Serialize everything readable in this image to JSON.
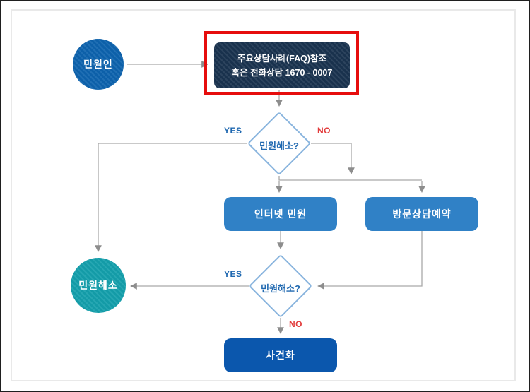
{
  "palette": {
    "start_circle_blue": "#0d63ae",
    "faq_navy_box": "#1a334f",
    "process_blue_box": "#3081c6",
    "case_blue_box": "#0b57ad",
    "resolved_teal_circle": "#14a0ac",
    "diamond_border_blue": "#8ab5de",
    "decision_text_blue": "#1f68b0",
    "yes_label_blue": "#1f68b0",
    "no_label_red": "#e23b3b",
    "highlight_border_red": "#e60d0d",
    "connector_gray": "#a9a9a9"
  },
  "flowchart": {
    "start": {
      "label": "민원인"
    },
    "faq_box": {
      "line1": "주요상담사례(FAQ)참조",
      "line2": "혹은 전화상담 1670 - 0007"
    },
    "decision1": {
      "label": "민원해소?",
      "yes_label": "YES",
      "no_label": "NO"
    },
    "internet_box": {
      "label": "인터넷 민원"
    },
    "visit_box": {
      "label": "방문상담예약"
    },
    "decision2": {
      "label": "민원해소?",
      "yes_label": "YES",
      "no_label": "NO"
    },
    "resolved": {
      "label": "민원해소"
    },
    "case_box": {
      "label": "사건화"
    }
  }
}
